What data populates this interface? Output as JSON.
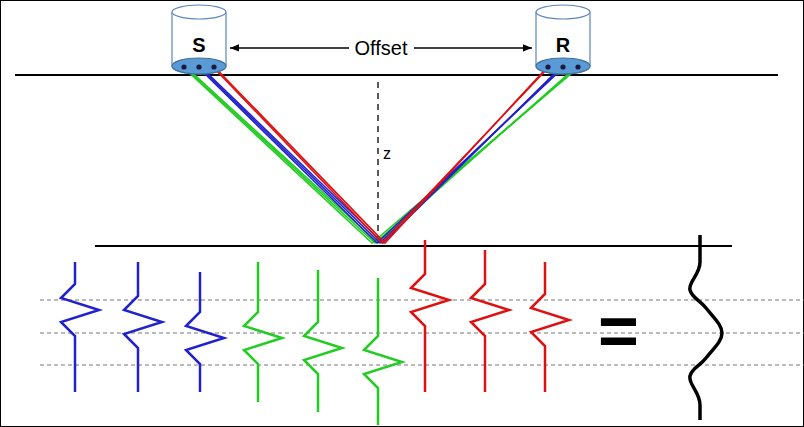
{
  "diagram": {
    "nodes": [
      {
        "text": [
          "S"
        ]
      },
      {
        "text": [
          "R"
        ]
      }
    ],
    "edges": [
      {
        "from": 0,
        "to": 1,
        "arrow": "both",
        "label": "Offset"
      }
    ],
    "labels": [
      "z",
      "="
    ]
  }
}
